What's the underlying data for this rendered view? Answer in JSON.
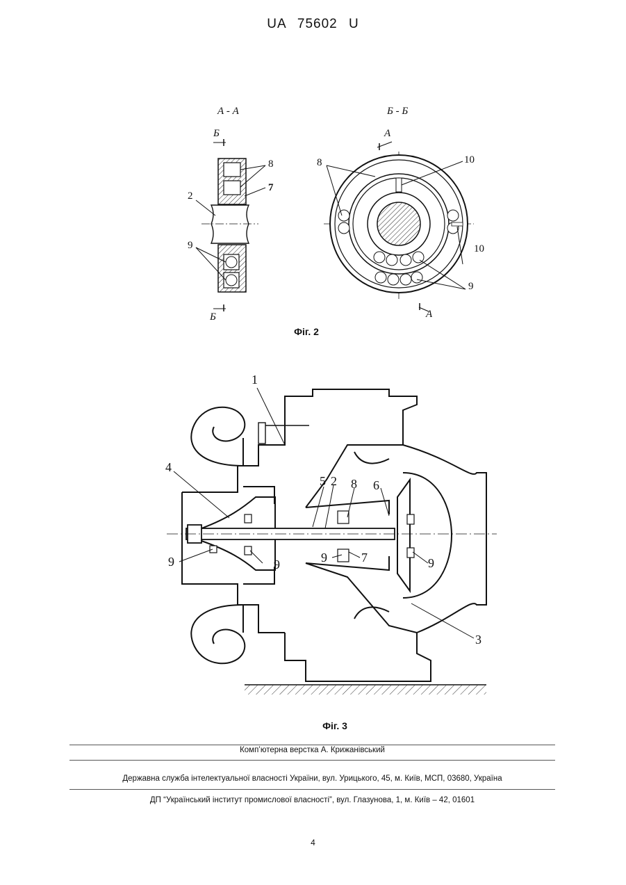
{
  "header": {
    "doc_id": "UA   75602   U"
  },
  "figure2": {
    "section_aa": "А - А",
    "section_bb": "Б - Б",
    "label_b_top": "Б",
    "label_b_bottom": "Б",
    "label_a_top": "А",
    "label_a_bottom": "А",
    "callouts_left": [
      "8",
      "7",
      "2",
      "9"
    ],
    "callouts_right": [
      "8",
      "10",
      "10",
      "9"
    ],
    "caption": "Фіг. 2"
  },
  "figure3": {
    "callouts": [
      "1",
      "4",
      "5",
      "2",
      "8",
      "6",
      "9",
      "9",
      "9",
      "7",
      "9",
      "3"
    ],
    "caption": "Фіг. 3"
  },
  "footer": {
    "line1": "Комп’ютерна верстка А. Крижанівський",
    "line2": "Державна служба інтелектуальної власності України, вул. Урицького, 45, м. Київ, МСП, 03680, Україна",
    "line3": "ДП “Український інститут промислової власності”, вул. Глазунова, 1, м. Київ – 42, 01601"
  },
  "page_number": "4"
}
